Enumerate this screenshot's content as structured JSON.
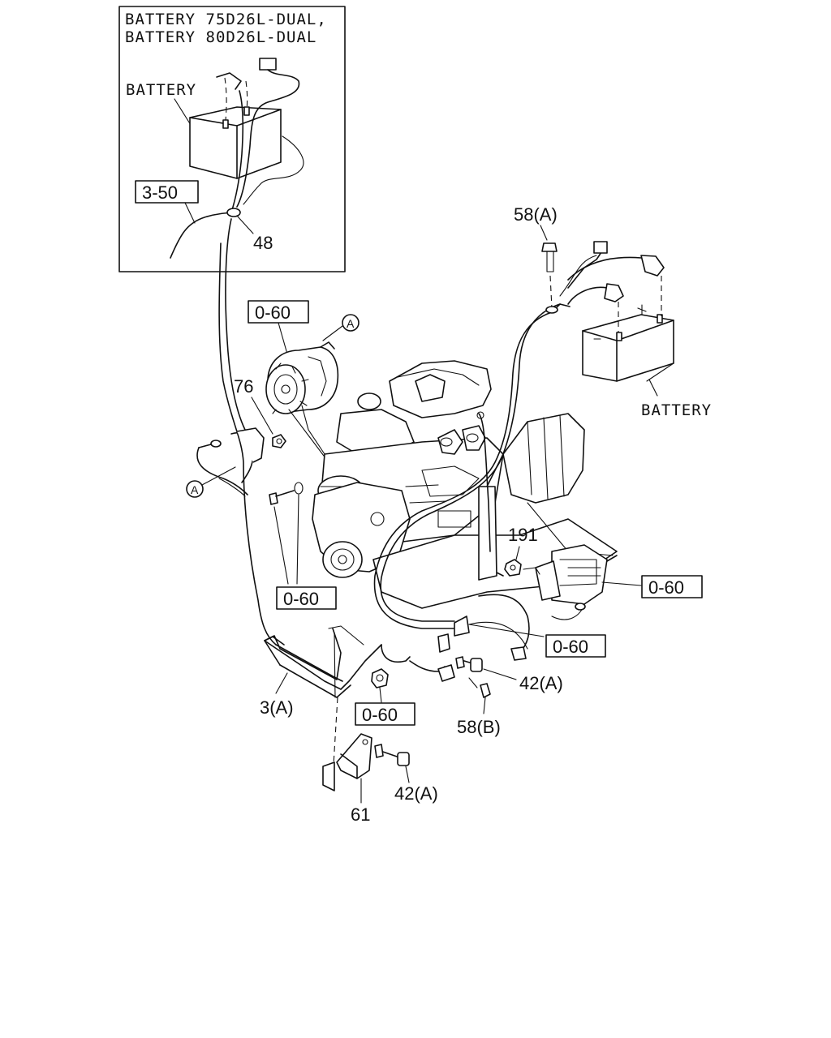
{
  "inset": {
    "title_line1": "BATTERY 75D26L-DUAL,",
    "title_line2": "BATTERY 80D26L-DUAL",
    "battery_label": "BATTERY",
    "ref_box": "3-50",
    "part_48": "48"
  },
  "main": {
    "battery_label": "BATTERY",
    "callouts": {
      "p58a": "58(A)",
      "p76": "76",
      "p191": "191",
      "p3a": "3(A)",
      "p42a_1": "42(A)",
      "p58b": "58(B)",
      "p42a_2": "42(A)",
      "p61": "61"
    },
    "ref_boxes": {
      "alternator": "0-60",
      "bracket_bolt": "0-60",
      "starter": "0-60",
      "cable_clip": "0-60",
      "nut": "0-60"
    },
    "circle_marks": {
      "alternator_a": "A",
      "terminal_a": "A"
    }
  }
}
